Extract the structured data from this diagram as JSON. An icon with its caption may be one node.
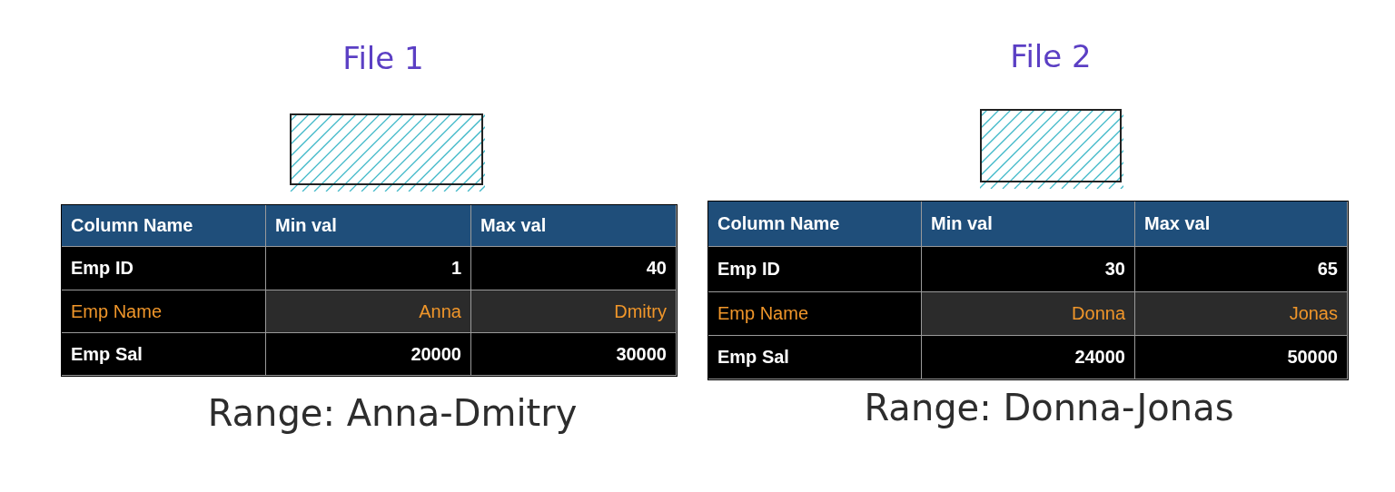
{
  "diagram": {
    "nodes": [
      {
        "text": [
          "File 1"
        ]
      },
      {
        "text": [
          "File 2"
        ]
      }
    ],
    "edges": [],
    "labels": [
      "Column Name",
      "Min val",
      "Max val",
      "Emp ID",
      "1",
      "40",
      "Emp Name",
      "Anna",
      "Dmitry",
      "Emp Sal",
      "20000",
      "30000",
      "Range: Anna-Dmitry",
      "Column Name",
      "Min val",
      "Max val",
      "Emp ID",
      "30",
      "65",
      "Emp Name",
      "Donna",
      "Jonas",
      "Emp Sal",
      "24000",
      "50000",
      "Range: Donna-Jonas"
    ]
  }
}
